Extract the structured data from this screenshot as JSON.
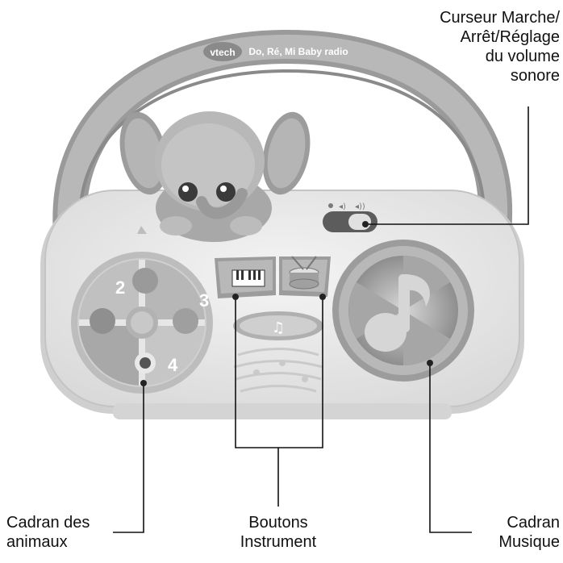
{
  "toy": {
    "brand": "vtech",
    "model": "Do, Ré, Mi Baby radio"
  },
  "callouts": {
    "power_volume": [
      "Curseur Marche/",
      "Arrêt/Réglage",
      "du volume",
      "sonore"
    ],
    "animal_dial": [
      "Cadran des",
      "animaux"
    ],
    "instrument_buttons": [
      "Boutons",
      "Instrument"
    ],
    "music_dial": [
      "Cadran",
      "Musique"
    ]
  },
  "animal_dial_numbers": [
    "2",
    "3",
    "4"
  ],
  "colors": {
    "toy_body": "#e6e6e6",
    "handle": "#a9a9a9",
    "leader_line": "#111111",
    "text": "#111111"
  },
  "icons": {
    "piano_button": "piano-keys-icon",
    "drum_button": "drum-icon",
    "music_dial_knob": "music-note-icon",
    "mascot": "elephant-icon"
  }
}
